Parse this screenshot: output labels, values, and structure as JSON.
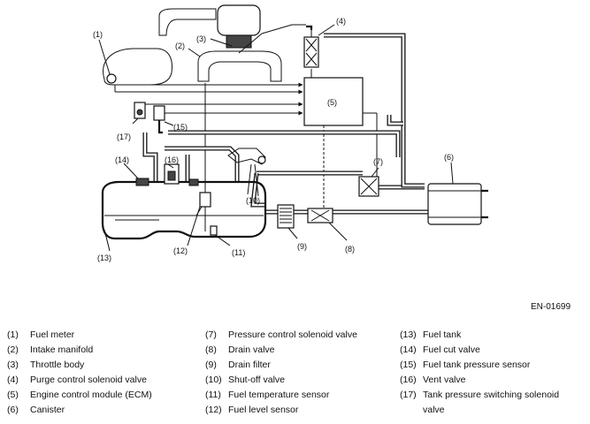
{
  "figure_code": "EN-01699",
  "diagram_labels": {
    "l1": "(1)",
    "l2": "(2)",
    "l3": "(3)",
    "l4": "(4)",
    "l5": "(5)",
    "l6": "(6)",
    "l7": "(7)",
    "l8": "(8)",
    "l9": "(9)",
    "l10": "(10)",
    "l11": "(11)",
    "l12": "(12)",
    "l13": "(13)",
    "l14": "(14)",
    "l15": "(15)",
    "l16": "(16)",
    "l17": "(17)"
  },
  "legend": [
    {
      "num": "(1)",
      "text": "Fuel meter"
    },
    {
      "num": "(2)",
      "text": "Intake manifold"
    },
    {
      "num": "(3)",
      "text": "Throttle body"
    },
    {
      "num": "(4)",
      "text": "Purge control solenoid valve"
    },
    {
      "num": "(5)",
      "text": "Engine control module (ECM)"
    },
    {
      "num": "(6)",
      "text": "Canister"
    },
    {
      "num": "(7)",
      "text": "Pressure control solenoid valve"
    },
    {
      "num": "(8)",
      "text": "Drain valve"
    },
    {
      "num": "(9)",
      "text": "Drain filter"
    },
    {
      "num": "(10)",
      "text": "Shut-off valve"
    },
    {
      "num": "(11)",
      "text": "Fuel temperature sensor"
    },
    {
      "num": "(12)",
      "text": "Fuel level sensor"
    },
    {
      "num": "(13)",
      "text": "Fuel tank"
    },
    {
      "num": "(14)",
      "text": "Fuel cut valve"
    },
    {
      "num": "(15)",
      "text": "Fuel tank pressure sensor"
    },
    {
      "num": "(16)",
      "text": "Vent valve"
    },
    {
      "num": "(17)",
      "text": "Tank pressure switching solenoid valve"
    }
  ]
}
